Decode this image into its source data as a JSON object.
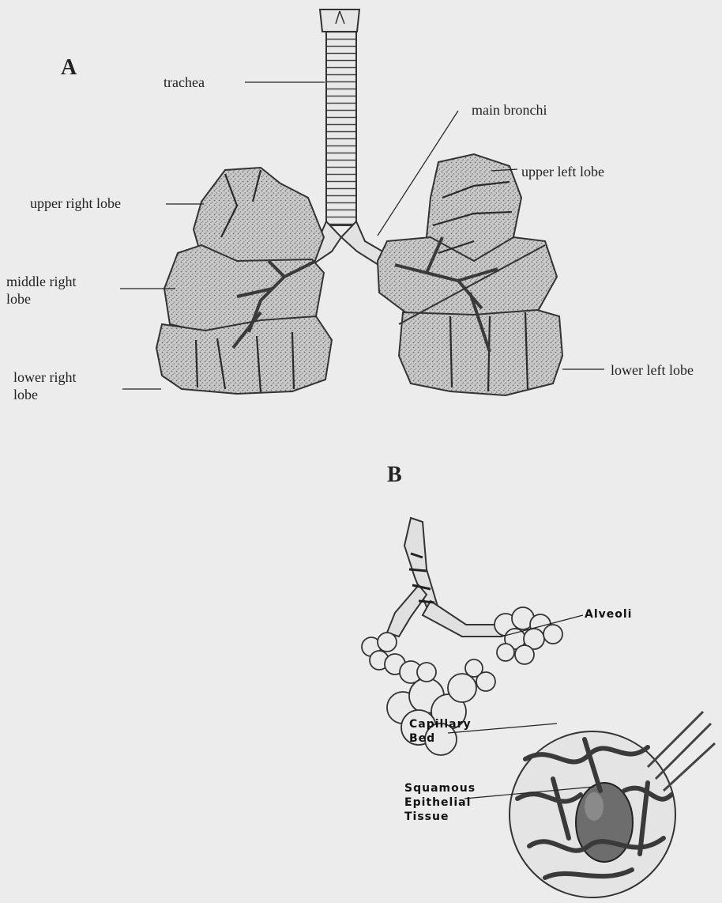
{
  "panel_a": {
    "letter": "A",
    "labels": {
      "trachea": "trachea",
      "main_bronchi": "main bronchi",
      "upper_left_lobe": "upper left lobe",
      "upper_right_lobe": "upper right lobe",
      "middle_right_lobe": "middle right\nlobe",
      "lower_left_lobe": "lower left lobe",
      "lower_right_lobe": "lower right\nlobe"
    }
  },
  "panel_b": {
    "letter": "B",
    "labels": {
      "alveoli": "Alveoli",
      "capillary_bed": "Capillary\nBed",
      "squamous_epithelial": "Squamous\nEpithelial\nTissue"
    }
  }
}
